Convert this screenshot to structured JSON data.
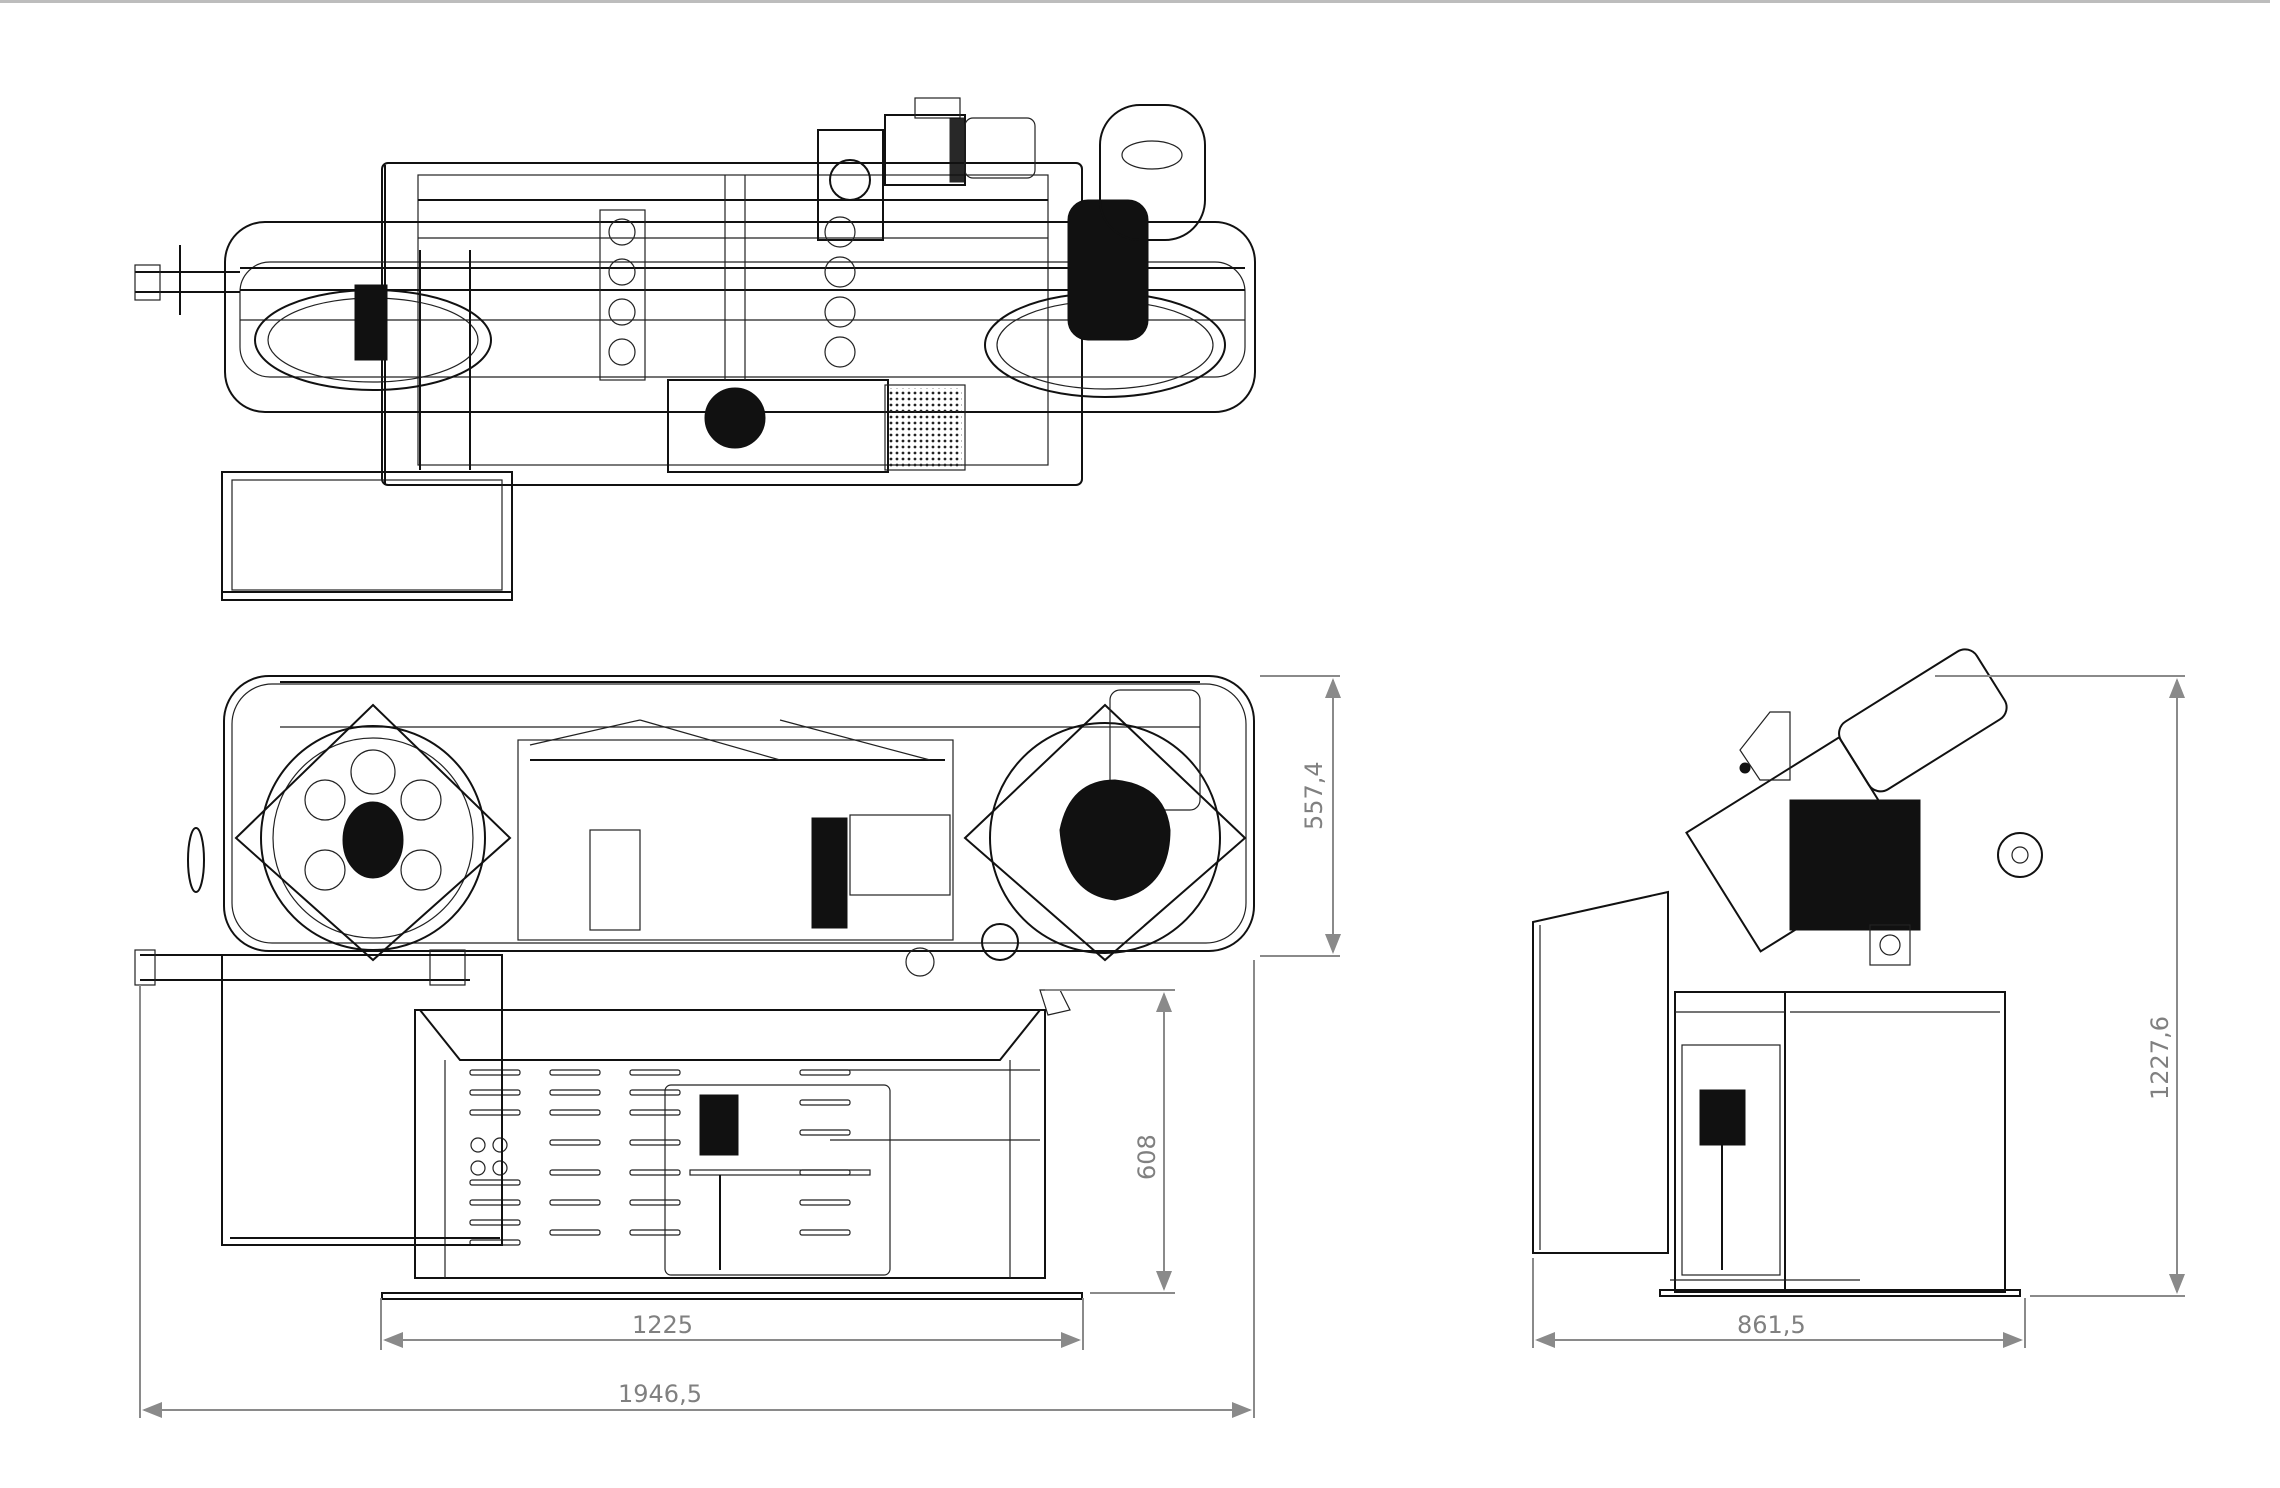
{
  "drawing": {
    "type": "orthographic engineering drawing",
    "views": [
      {
        "name": "top-view"
      },
      {
        "name": "front-view"
      },
      {
        "name": "side-view"
      }
    ],
    "units": "mm",
    "colors": {
      "line": "#111111",
      "dimension": "#8a8a8a",
      "background": "#ffffff"
    }
  },
  "dimensions": {
    "front_overall_width": "1946,5",
    "front_base_width": "1225",
    "front_head_height": "557,4",
    "front_table_height": "608",
    "side_width": "861,5",
    "side_overall_height": "1227,6"
  }
}
